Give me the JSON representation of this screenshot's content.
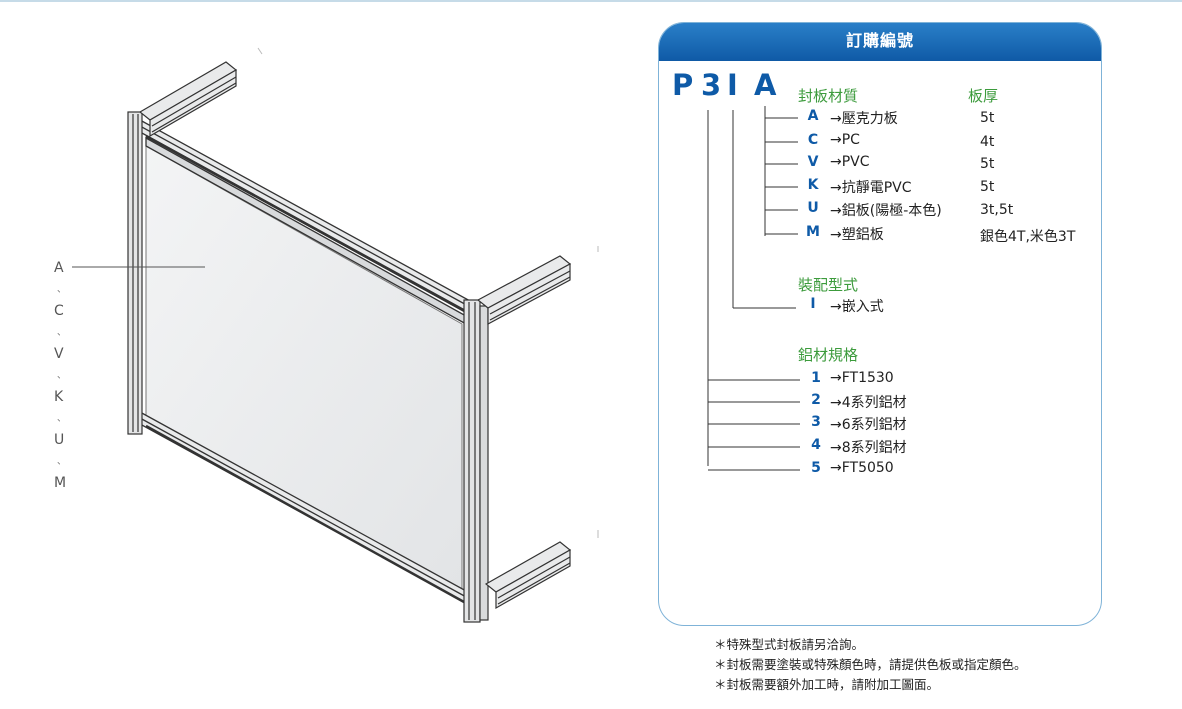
{
  "side_labels": [
    "A",
    "C",
    "V",
    "K",
    "U",
    "M"
  ],
  "side_separator": "、",
  "order": {
    "title": "訂購編號",
    "code_letters": [
      "P",
      "3",
      "I",
      "A"
    ],
    "panel_material": {
      "title": "封板材質",
      "thickness_title": "板厚",
      "options": [
        {
          "code": "A",
          "text": "→壓克力板",
          "thickness": "5t"
        },
        {
          "code": "C",
          "text": "→PC",
          "thickness": "4t"
        },
        {
          "code": "V",
          "text": "→PVC",
          "thickness": "5t"
        },
        {
          "code": "K",
          "text": "→抗靜電PVC",
          "thickness": "5t"
        },
        {
          "code": "U",
          "text": "→鋁板(陽極-本色)",
          "thickness": "3t,5t"
        },
        {
          "code": "M",
          "text": "→塑鋁板",
          "thickness": "銀色4T,米色3T"
        }
      ]
    },
    "assembly": {
      "title": "裝配型式",
      "options": [
        {
          "code": "I",
          "text": "→嵌入式"
        }
      ]
    },
    "profile": {
      "title": "鋁材規格",
      "options": [
        {
          "code": "1",
          "text": "→FT1530"
        },
        {
          "code": "2",
          "text": "→4系列鋁材"
        },
        {
          "code": "3",
          "text": "→6系列鋁材"
        },
        {
          "code": "4",
          "text": "→8系列鋁材"
        },
        {
          "code": "5",
          "text": "→FT5050"
        }
      ]
    }
  },
  "notes": [
    "＊特殊型式封板請另洽詢。",
    "＊封板需要塗裝或特殊顏色時，請提供色板或指定顏色。",
    "＊封板需要額外加工時，請附加工圖面。"
  ],
  "colors": {
    "accent_blue": "#0e5aa7",
    "section_green": "#3c9b3c",
    "box_border": "#7fb3d8"
  }
}
